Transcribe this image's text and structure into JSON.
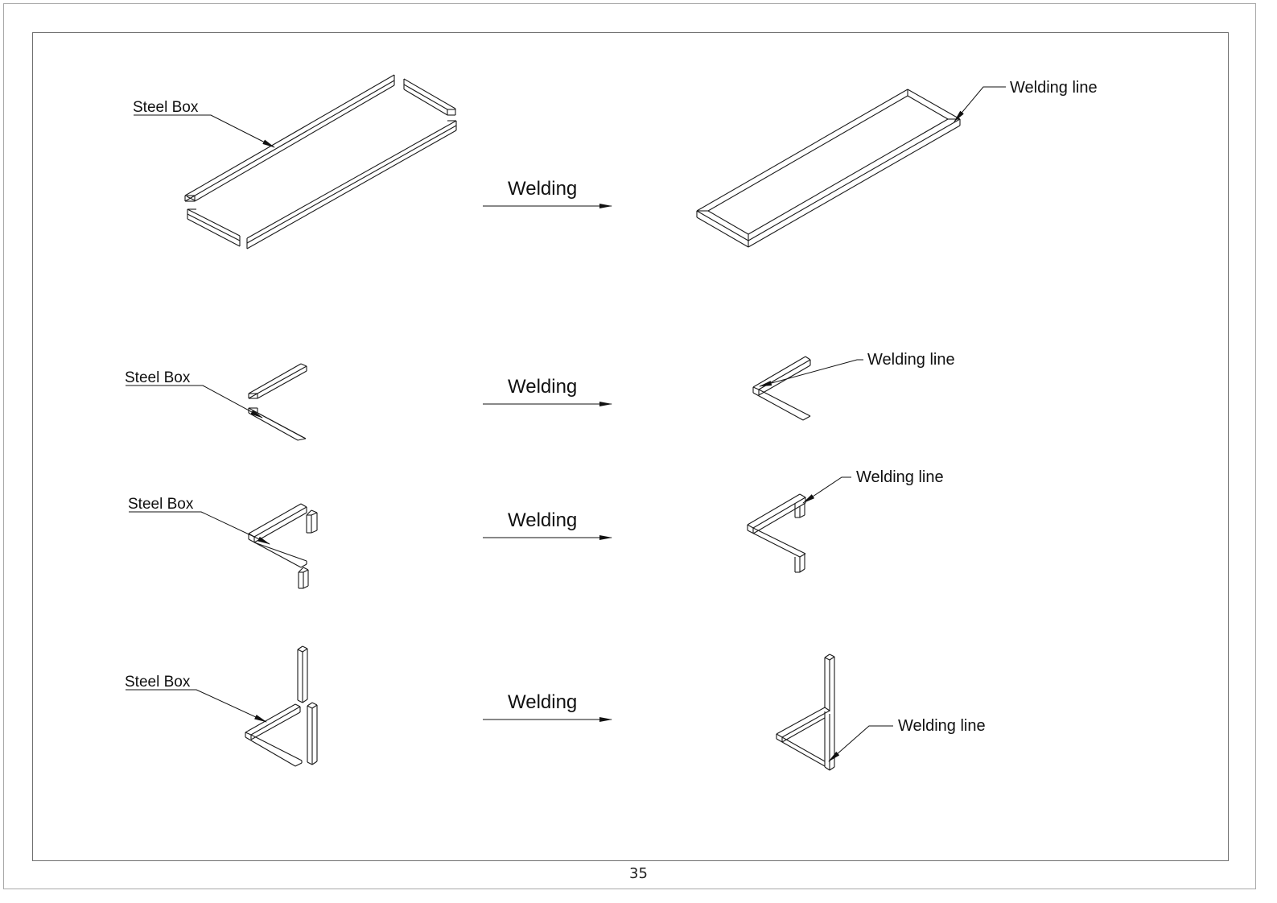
{
  "labels": {
    "steel_box": "Steel Box",
    "welding": "Welding",
    "welding_line": "Welding line"
  },
  "rows": [
    {
      "before_label": "Steel Box",
      "process_label": "Welding",
      "after_label": "Welding line"
    },
    {
      "before_label": "Steel Box",
      "process_label": "Welding",
      "after_label": "Welding line"
    },
    {
      "before_label": "Steel Box",
      "process_label": "Welding",
      "after_label": "Welding line"
    },
    {
      "before_label": "Steel Box",
      "process_label": "Welding",
      "after_label": "Welding line"
    }
  ],
  "page_number": "35"
}
